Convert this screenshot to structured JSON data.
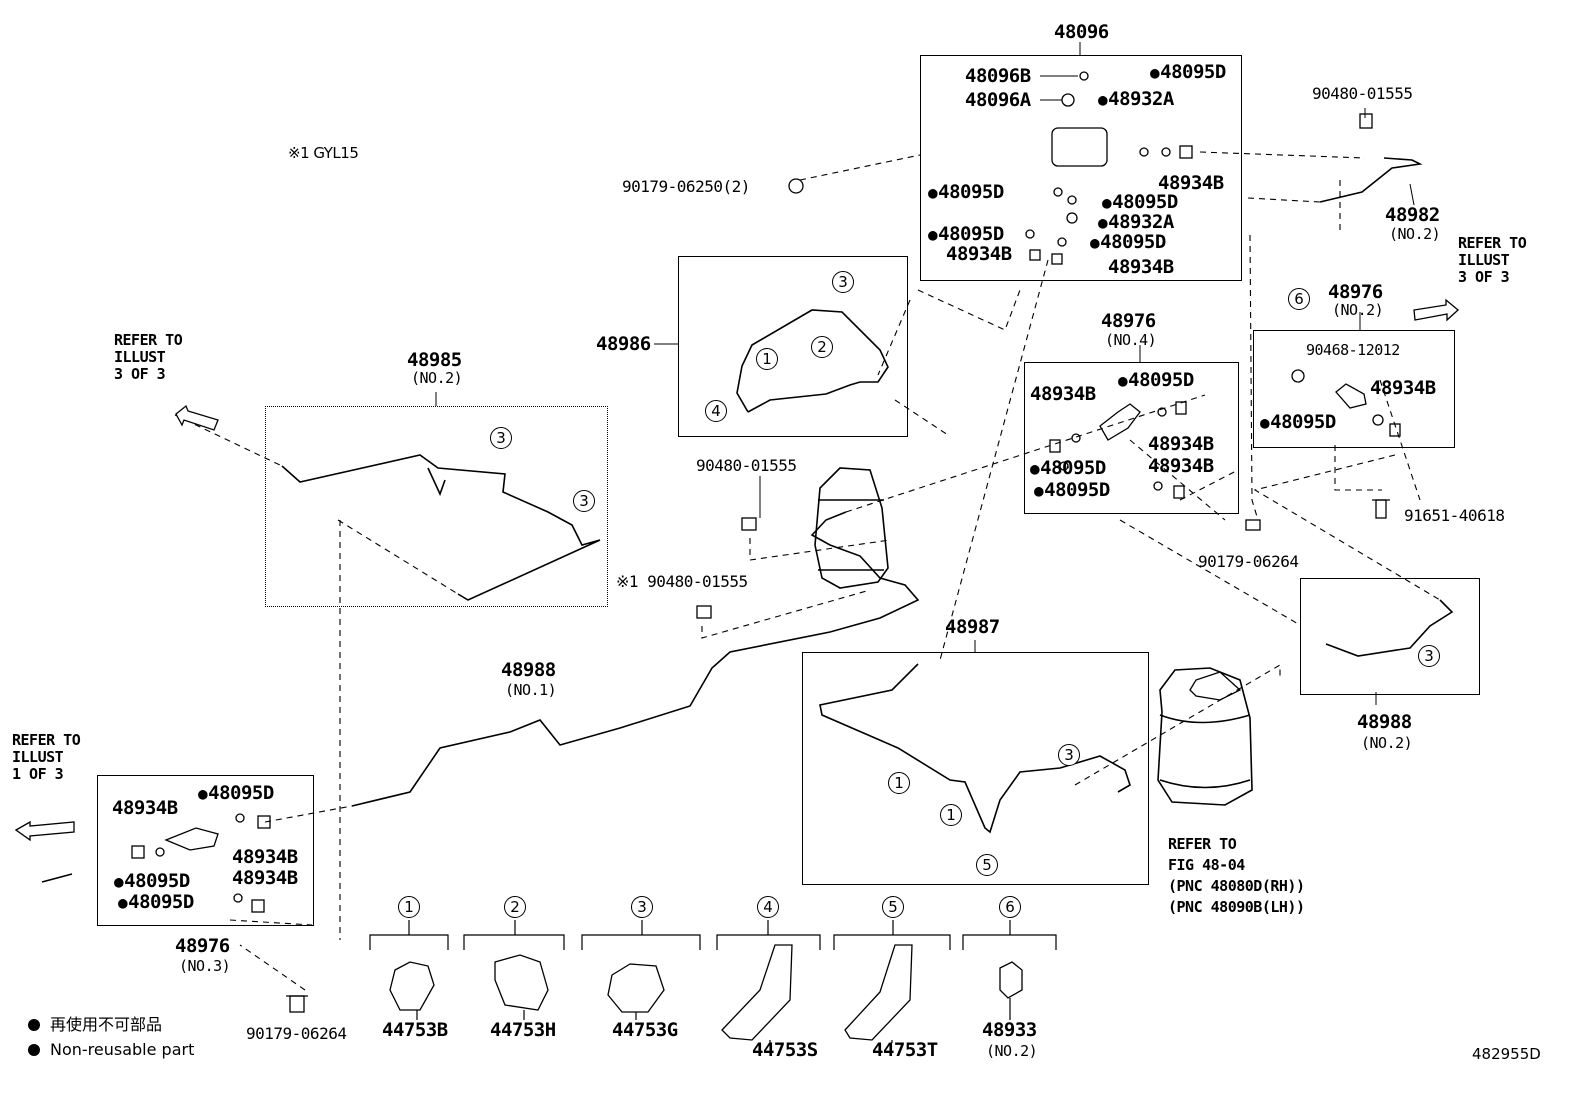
{
  "note_gyl": "※1 GYL15",
  "assemblies": {
    "a48096": "48096",
    "a48986": "48986",
    "a48985": "48985",
    "a48985_sub": "(NO.2)",
    "a48988_no1": "48988",
    "a48988_no1_sub": "(NO.1)",
    "a48987": "48987",
    "a48976_no4": "48976",
    "a48976_no4_sub": "(NO.4)",
    "a48976_no2": "48976",
    "a48976_no2_sub": "(NO.2)",
    "a48976_no3": "48976",
    "a48976_no3_sub": "(NO.3)",
    "a48988_no2": "48988",
    "a48988_no2_sub": "(NO.2)",
    "a48982": "48982",
    "a48982_sub": "(NO.2)"
  },
  "box48096": {
    "p48096B": "48096B",
    "p48096A": "48096A",
    "p48095D_1": "48095D",
    "p48932A_1": "48932A",
    "p48934B_1": "48934B",
    "p48095D_2": "48095D",
    "p48095D_3": "48095D",
    "p48932A_2": "48932A",
    "p48095D_4": "48095D",
    "p48095D_5": "48095D",
    "p48934B_2": "48934B",
    "p48934B_3": "48934B"
  },
  "box48976_no4": {
    "p48934B_a": "48934B",
    "p48095D_a": "48095D",
    "p48934B_b": "48934B",
    "p48934B_c": "48934B",
    "p48095D_b": "48095D",
    "p48095D_c": "48095D"
  },
  "box48976_no2": {
    "p90468": "90468-12012",
    "p48934B": "48934B",
    "p48095D": "48095D"
  },
  "box48976_no3": {
    "p48934B_a": "48934B",
    "p48095D_a": "48095D",
    "p48934B_b": "48934B",
    "p48934B_c": "48934B",
    "p48095D_b": "48095D",
    "p48095D_c": "48095D"
  },
  "fasteners": {
    "f90179_06250": "90179-06250(2)",
    "f90480_01555_top": "90480-01555",
    "f90480_01555_mid": "90480-01555",
    "f90480_01555_star": "※1 90480-01555",
    "f91651_40618": "91651-40618",
    "f90179_06264_right": "90179-06264",
    "f90179_06264_left": "90179-06264"
  },
  "refer": {
    "left_top": [
      "REFER TO",
      "ILLUST",
      "3 OF 3"
    ],
    "right_top": [
      "REFER TO",
      "ILLUST",
      "3 OF 3"
    ],
    "left_bottom": [
      "REFER TO",
      "ILLUST",
      "1 OF 3"
    ],
    "fig": [
      "REFER TO",
      "FIG 48-04",
      "(PNC 48080D(RH))",
      "(PNC 48090B(LH))"
    ]
  },
  "clamps": [
    {
      "num": "1",
      "part": "44753B"
    },
    {
      "num": "2",
      "part": "44753H"
    },
    {
      "num": "3",
      "part": "44753G"
    },
    {
      "num": "4",
      "part": "44753S"
    },
    {
      "num": "5",
      "part": "44753T"
    },
    {
      "num": "6",
      "part": "48933",
      "sub": "(NO.2)"
    }
  ],
  "callouts": {
    "c1": "1",
    "c2": "2",
    "c3": "3",
    "c4": "4",
    "c5": "5",
    "c6": "6"
  },
  "legend": {
    "line1": "再使用不可部品",
    "line2": "Non-reusable part"
  },
  "illustration_id": "482955D"
}
